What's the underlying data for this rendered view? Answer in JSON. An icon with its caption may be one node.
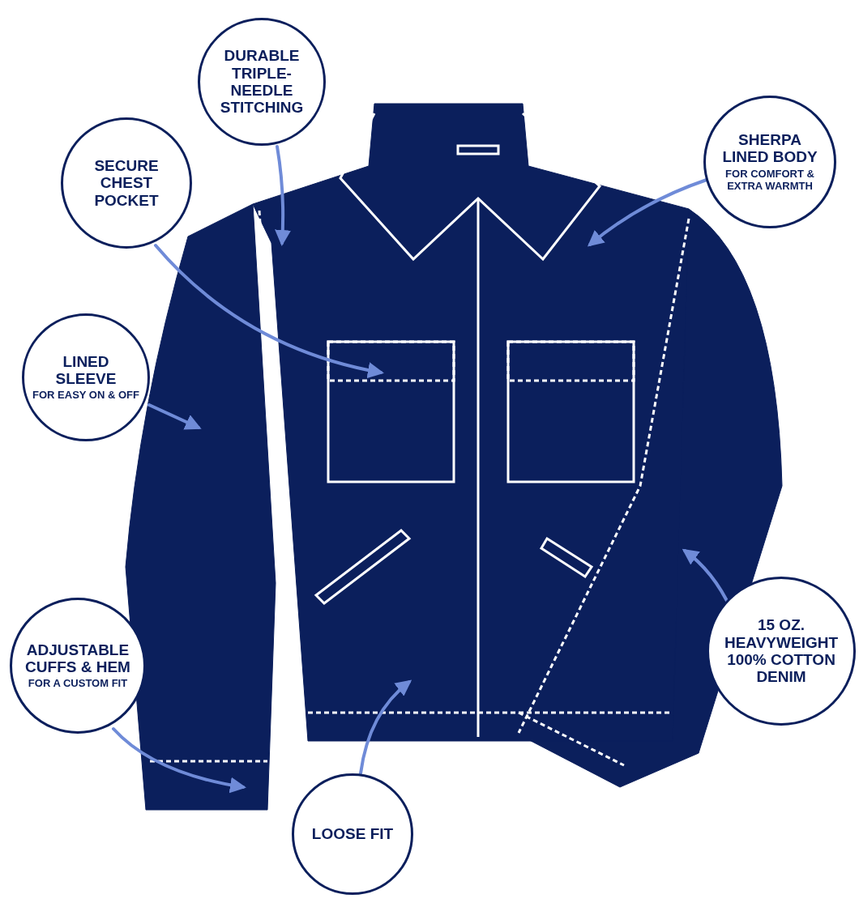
{
  "diagram": {
    "nodes": [
      {
        "text": [
          "DURABLE TRIPLE-NEEDLE STITCHING"
        ]
      },
      {
        "text": [
          "SHERPA LINED BODY",
          "FOR COMFORT & EXTRA WARMTH"
        ]
      },
      {
        "text": [
          "SECURE CHEST POCKET"
        ]
      },
      {
        "text": [
          "LINED SLEEVE",
          "FOR EASY ON & OFF"
        ]
      },
      {
        "text": [
          "ADJUSTABLE CUFFS & HEM",
          "FOR A CUSTOM FIT"
        ]
      },
      {
        "text": [
          "15 OZ. HEAVYWEIGHT 100% COTTON DENIM"
        ]
      },
      {
        "text": [
          "LOOSE FIT"
        ]
      }
    ],
    "edges": [
      {
        "from": 0,
        "to": null,
        "arrow": "to"
      },
      {
        "from": 1,
        "to": null,
        "arrow": "to"
      },
      {
        "from": 2,
        "to": null,
        "arrow": "to"
      },
      {
        "from": 3,
        "to": null,
        "arrow": "to"
      },
      {
        "from": 4,
        "to": null,
        "arrow": "to"
      },
      {
        "from": 5,
        "to": null,
        "arrow": "to"
      },
      {
        "from": 6,
        "to": null,
        "arrow": "to"
      }
    ]
  }
}
